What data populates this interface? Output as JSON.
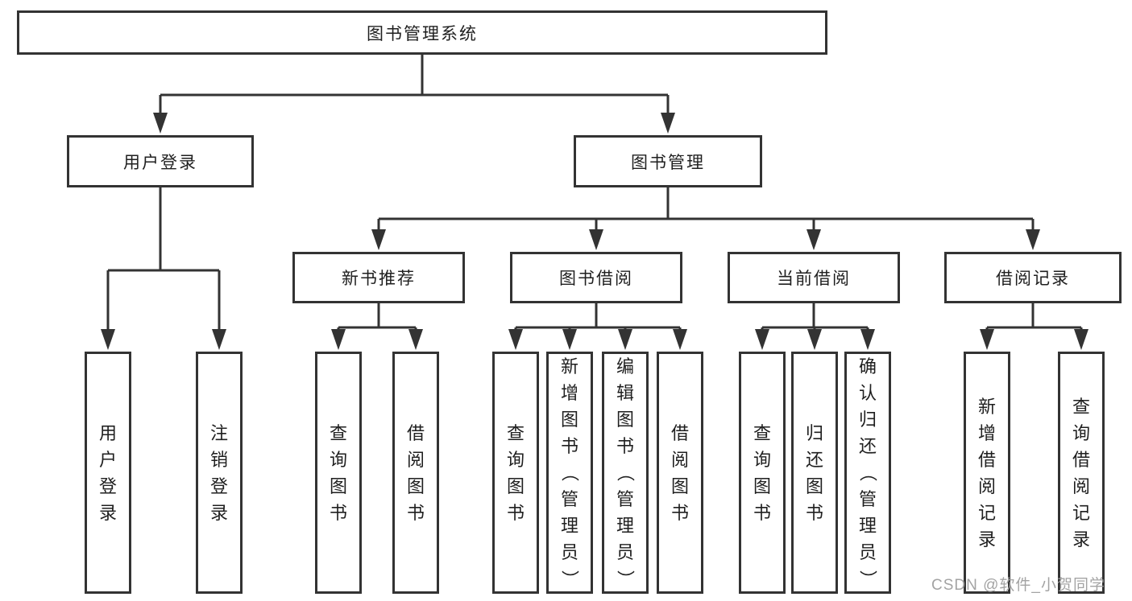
{
  "nodes": {
    "root": "图书管理系统",
    "user_login": {
      "label": "用户登录",
      "children": [
        "用户登录",
        "注销登录"
      ]
    },
    "book_mgmt": {
      "label": "图书管理",
      "sections": [
        {
          "label": "新书推荐",
          "children": [
            "查询图书",
            "借阅图书"
          ]
        },
        {
          "label": "图书借阅",
          "children": [
            "查询图书",
            "新增图书（管理员）",
            "编辑图书（管理员）",
            "借阅图书"
          ]
        },
        {
          "label": "当前借阅",
          "children": [
            "查询图书",
            "归还图书",
            "确认归还（管理员）"
          ]
        },
        {
          "label": "借阅记录",
          "children": [
            "新增借阅记录",
            "查询借阅记录"
          ]
        }
      ]
    }
  },
  "watermark": "CSDN @软件_小贺同学",
  "colors": {
    "line": "#333333",
    "text": "#1f1f1f",
    "watermark": "#9e9e9e",
    "background": "#ffffff"
  }
}
